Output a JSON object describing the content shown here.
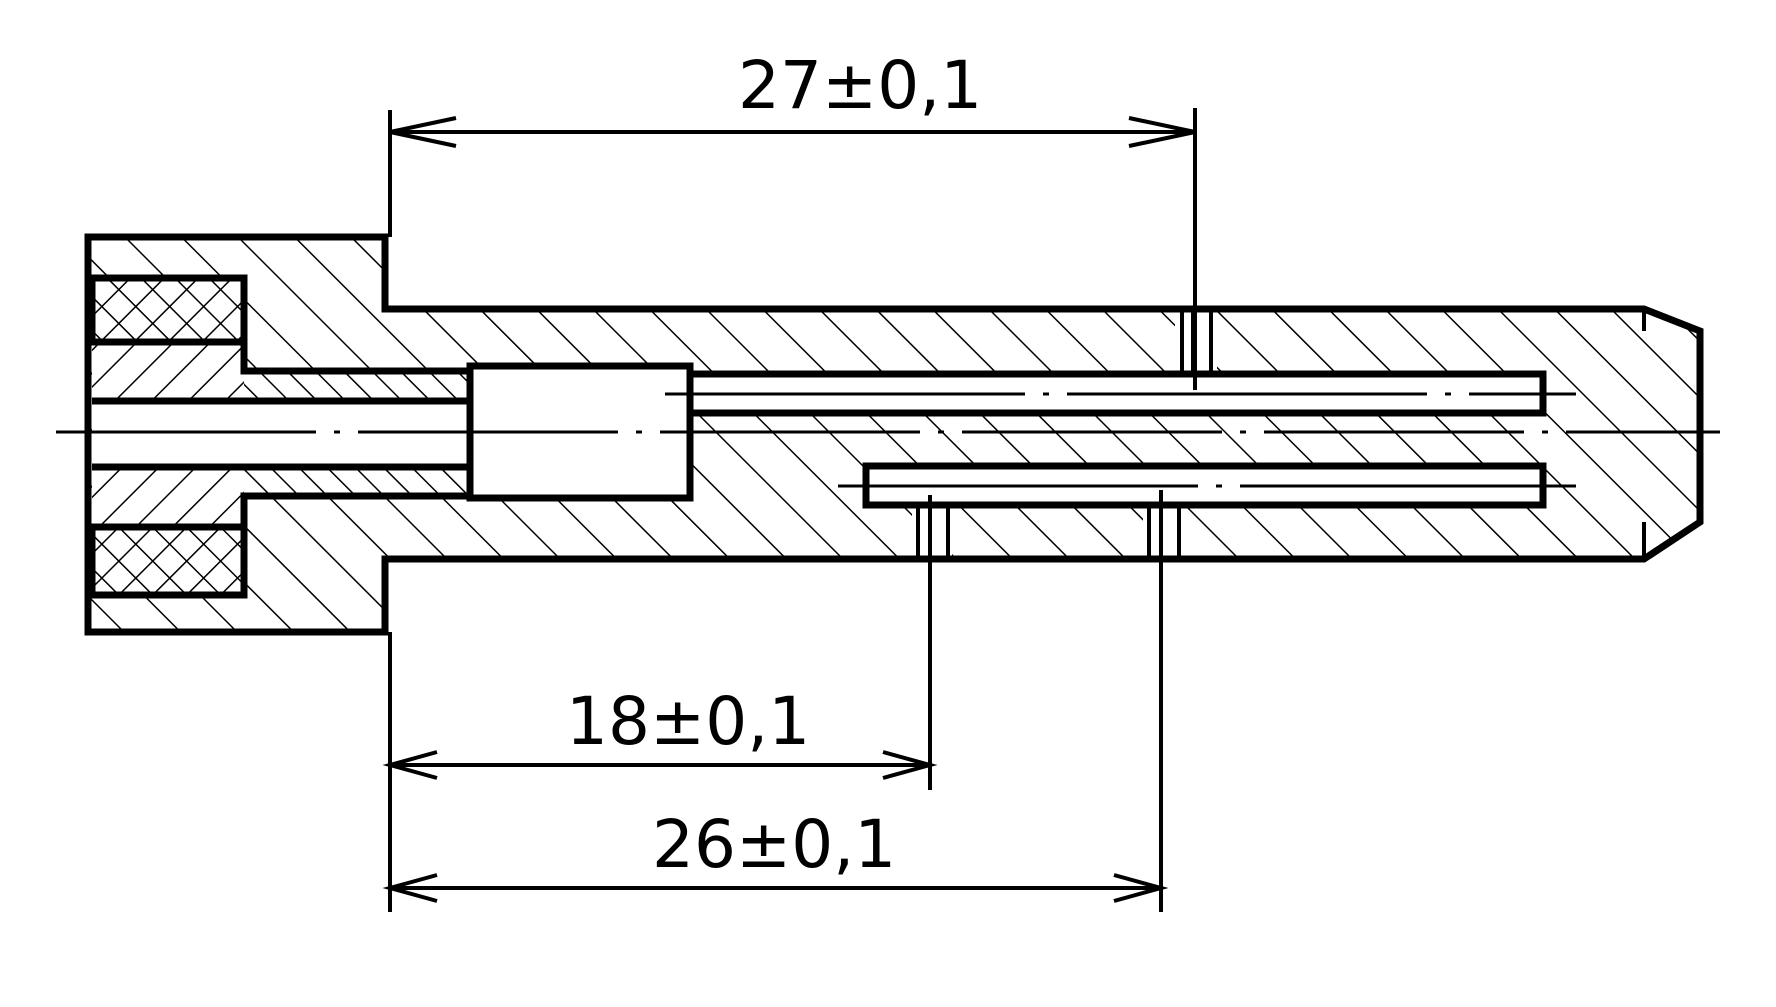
{
  "dimensions": {
    "top": "27±0,1",
    "middle": "18±0,1",
    "bottom": "26±0,1"
  },
  "colors": {
    "line": "#000000",
    "background": "#ffffff"
  }
}
